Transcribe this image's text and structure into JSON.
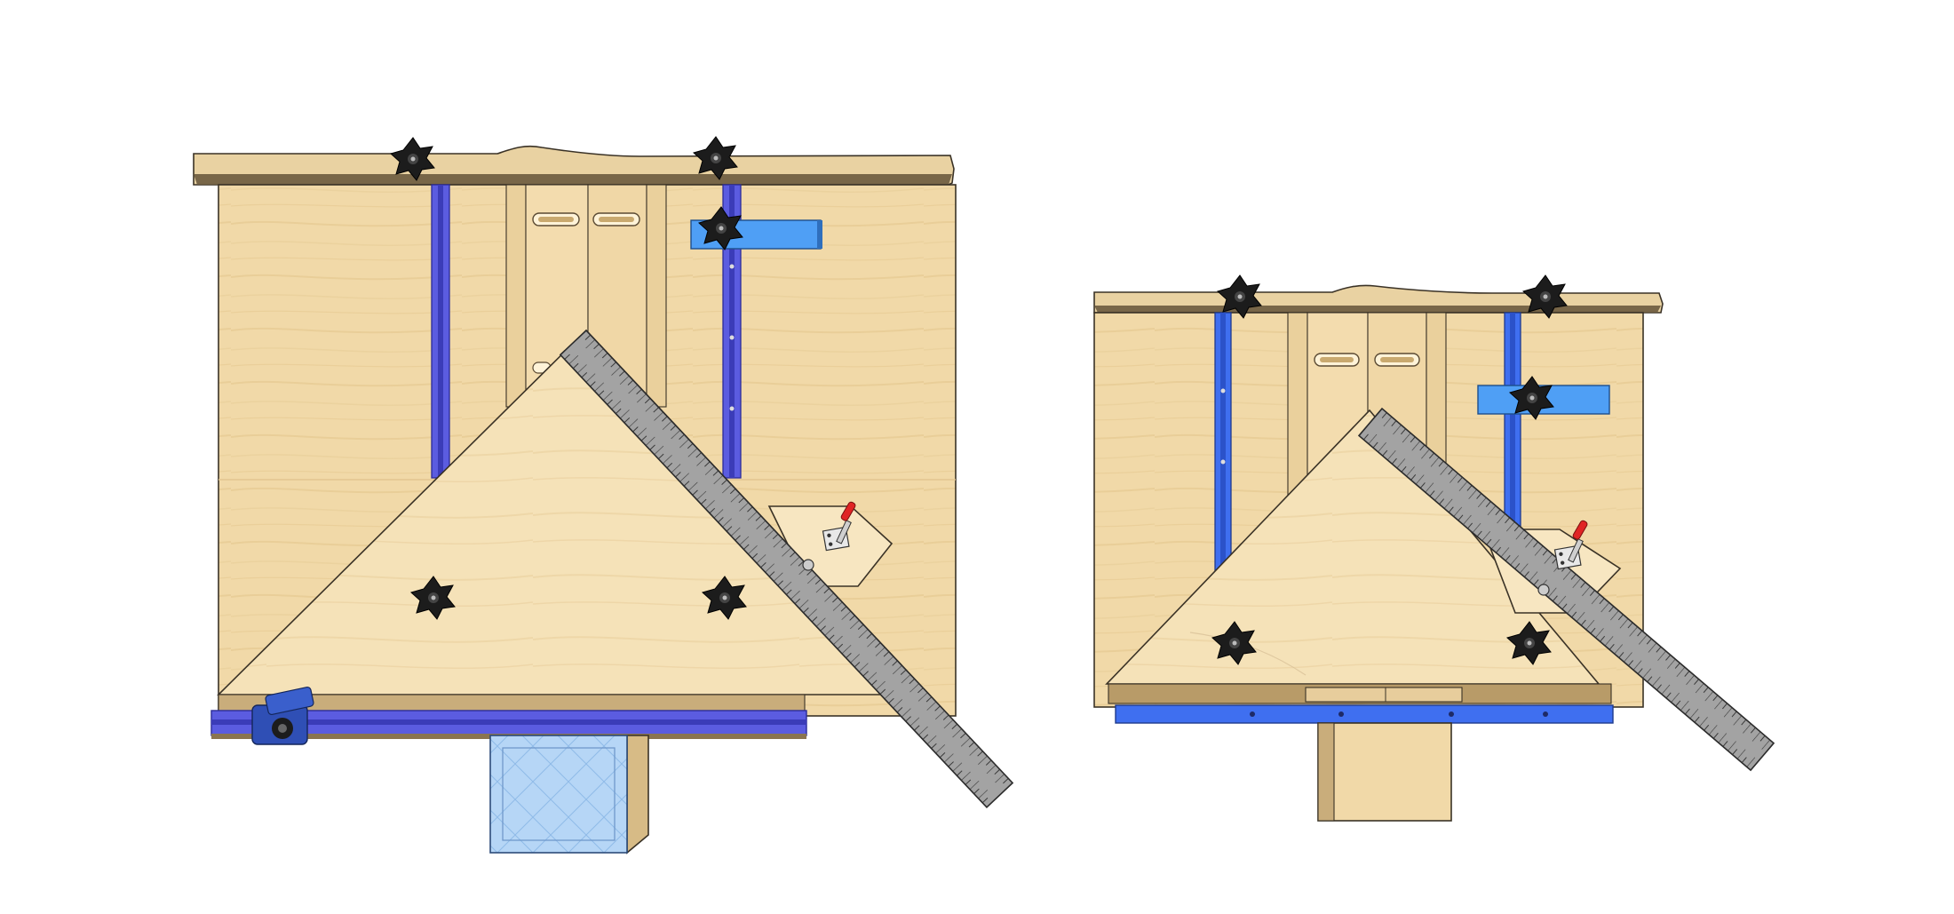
{
  "colors": {
    "background": "#ffffff",
    "plywood": "#f1d9a8",
    "plywood_light": "#f6e4bd",
    "plywood_dark": "#d9bd86",
    "edge_dark": "#6b5a3e",
    "track_blue": "#5b5ce0",
    "track_blue_dark": "#3b3cb8",
    "stop_block_blue": "#4f9ff5",
    "clear_acrylic": "#a9cdf2",
    "ruler_gray": "#9c9c9c",
    "knob_black": "#1c1c1c",
    "clamp_red": "#e02424"
  },
  "figure": {
    "views": [
      {
        "name": "sled-view-large",
        "parts": [
          "table-top",
          "fence-base",
          "t-track-left",
          "t-track-right",
          "center-slot-panels",
          "stop-block",
          "triangle-jig",
          "steel-ruler",
          "toggle-clamp",
          "star-knobs",
          "front-t-track",
          "flip-stop",
          "acrylic-guard-box"
        ]
      },
      {
        "name": "sled-view-small",
        "parts": [
          "table-top",
          "fence-base",
          "t-track-left",
          "t-track-right",
          "center-slot-panels",
          "stop-block",
          "triangle-jig",
          "steel-ruler",
          "toggle-clamp",
          "star-knobs",
          "front-t-track",
          "wood-support-block"
        ]
      }
    ],
    "icons": [
      "star-knob-icon",
      "toggle-clamp-icon",
      "flip-stop-icon"
    ]
  }
}
